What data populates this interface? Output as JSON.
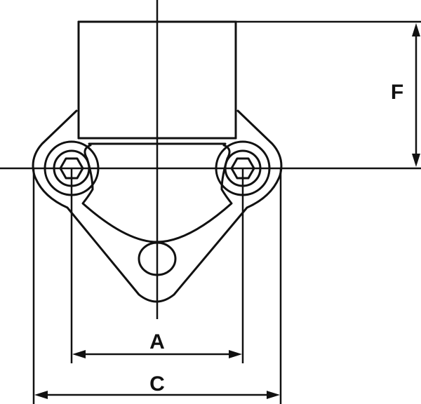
{
  "dimensions": {
    "a_label": "A",
    "c_label": "C",
    "f_label": "F"
  },
  "colors": {
    "line": "#111111",
    "background": "#ffffff"
  }
}
